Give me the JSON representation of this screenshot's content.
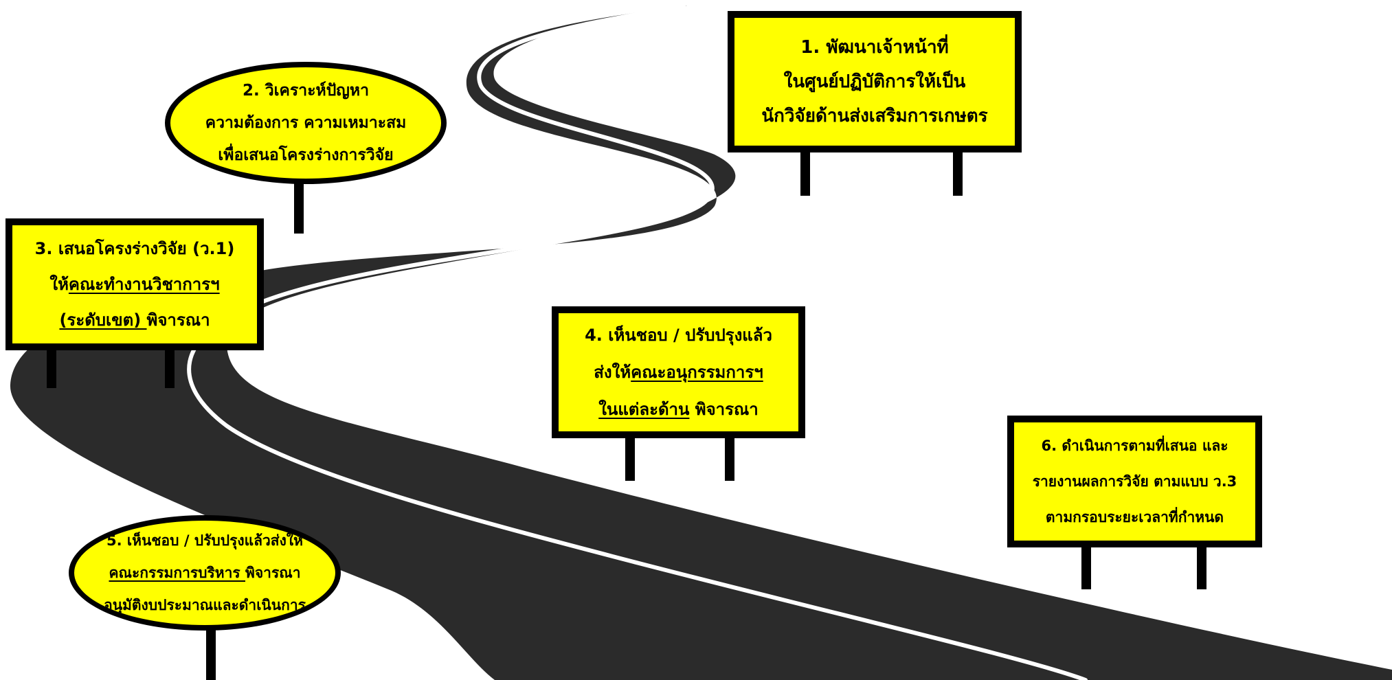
{
  "diagram": {
    "theme": {
      "sign_fill": "#FFFF00",
      "sign_border": "#000000",
      "road_color": "#2B2B2B",
      "road_line_color": "#FFFFFF",
      "background": "#FFFFFF"
    },
    "signs": [
      {
        "id": "1",
        "shape": "rectangle",
        "lines": [
          [
            {
              "text": "1. พัฒนาเจ้าหน้าที่",
              "underline": false
            }
          ],
          [
            {
              "text": "ในศูนย์ปฏิบัติการให้เป็น",
              "underline": false
            }
          ],
          [
            {
              "text": "นักวิจัยด้านส่งเสริมการเกษตร",
              "underline": false
            }
          ]
        ]
      },
      {
        "id": "2",
        "shape": "oval",
        "lines": [
          [
            {
              "text": "2. วิเคราะห์ปัญหา",
              "underline": false
            }
          ],
          [
            {
              "text": "ความต้องการ ความเหมาะสม",
              "underline": false
            }
          ],
          [
            {
              "text": "เพื่อเสนอโครงร่างการวิจัย",
              "underline": false
            }
          ]
        ]
      },
      {
        "id": "3",
        "shape": "rectangle",
        "lines": [
          [
            {
              "text": "3. เสนอโครงร่างวิจัย (ว.1)",
              "underline": false
            }
          ],
          [
            {
              "text": "ให้",
              "underline": false
            },
            {
              "text": "คณะทำงานวิชาการฯ",
              "underline": true
            }
          ],
          [
            {
              "text": "(ระดับเขต) ",
              "underline": true
            },
            {
              "text": "พิจารณา",
              "underline": false
            }
          ]
        ]
      },
      {
        "id": "4",
        "shape": "rectangle",
        "lines": [
          [
            {
              "text": "4. เห็นชอบ / ปรับปรุงแล้ว",
              "underline": false
            }
          ],
          [
            {
              "text": "ส่งให้",
              "underline": false
            },
            {
              "text": "คณะอนุกรรมการฯ",
              "underline": true
            }
          ],
          [
            {
              "text": "ในแต่ละด้าน",
              "underline": true
            },
            {
              "text": " พิจารณา",
              "underline": false
            }
          ]
        ]
      },
      {
        "id": "5",
        "shape": "oval",
        "lines": [
          [
            {
              "text": "5. เห็นชอบ / ปรับปรุงแล้วส่งให้",
              "underline": false
            }
          ],
          [
            {
              "text": "คณะกรรมการบริหาร ",
              "underline": true
            },
            {
              "text": "พิจารณา",
              "underline": false
            }
          ],
          [
            {
              "text": "อนุมัติงบประมาณและดำเนินการ",
              "underline": false
            }
          ]
        ]
      },
      {
        "id": "6",
        "shape": "rectangle",
        "lines": [
          [
            {
              "text": "6. ดำเนินการตามที่เสนอ และ",
              "underline": false
            }
          ],
          [
            {
              "text": "รายงานผลการวิจัย ตามแบบ ว.3",
              "underline": false
            }
          ],
          [
            {
              "text": "ตามกรอบระยะเวลาที่กำหนด",
              "underline": false
            }
          ]
        ]
      }
    ]
  }
}
